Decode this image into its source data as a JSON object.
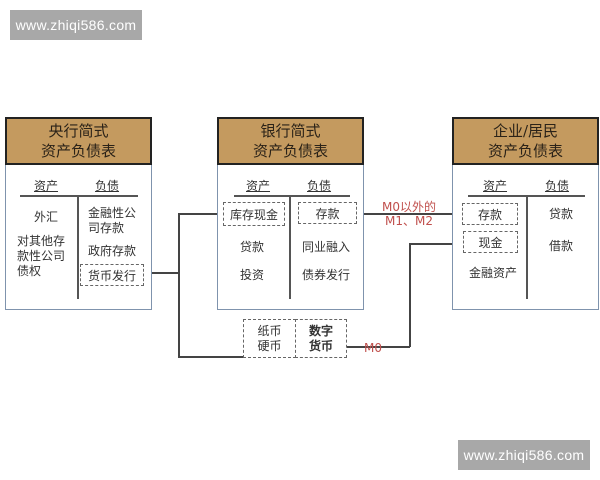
{
  "watermarks": {
    "top": "www.zhiqi586.com",
    "bottom": "www.zhiqi586.com"
  },
  "central_bank": {
    "title_line1": "央行简式",
    "title_line2": "资产负债表",
    "assets_label": "资产",
    "liabilities_label": "负债",
    "assets": [
      "外汇",
      "对其他存",
      "款性公司",
      "债权"
    ],
    "liabilities": [
      "金融性公",
      "司存款",
      "政府存款"
    ],
    "currency_issuance": "货币发行"
  },
  "bank": {
    "title_line1": "银行简式",
    "title_line2": "资产负债表",
    "assets_label": "资产",
    "liabilities_label": "负债",
    "vault_cash": "库存现金",
    "assets": [
      "贷款",
      "投资"
    ],
    "deposits": "存款",
    "liabilities": [
      "同业融入",
      "债券发行"
    ]
  },
  "enterprise": {
    "title_line1": "企业/居民",
    "title_line2": "资产负债表",
    "assets_label": "资产",
    "liabilities_label": "负债",
    "deposits": "存款",
    "cash": "现金",
    "financial_assets": "金融资产",
    "liabilities": [
      "贷款",
      "借款"
    ]
  },
  "m0_box": {
    "paper_line1": "纸币",
    "paper_line2": "硬币",
    "digital_line1": "数字",
    "digital_line2": "货币"
  },
  "labels": {
    "m1m2_line1": "M0以外的",
    "m1m2_line2": "M1、M2",
    "m0": "M0"
  },
  "colors": {
    "header_fill": "#c49a5f",
    "label_red": "#c0504d",
    "watermark_bg": "#a8a8a8"
  }
}
